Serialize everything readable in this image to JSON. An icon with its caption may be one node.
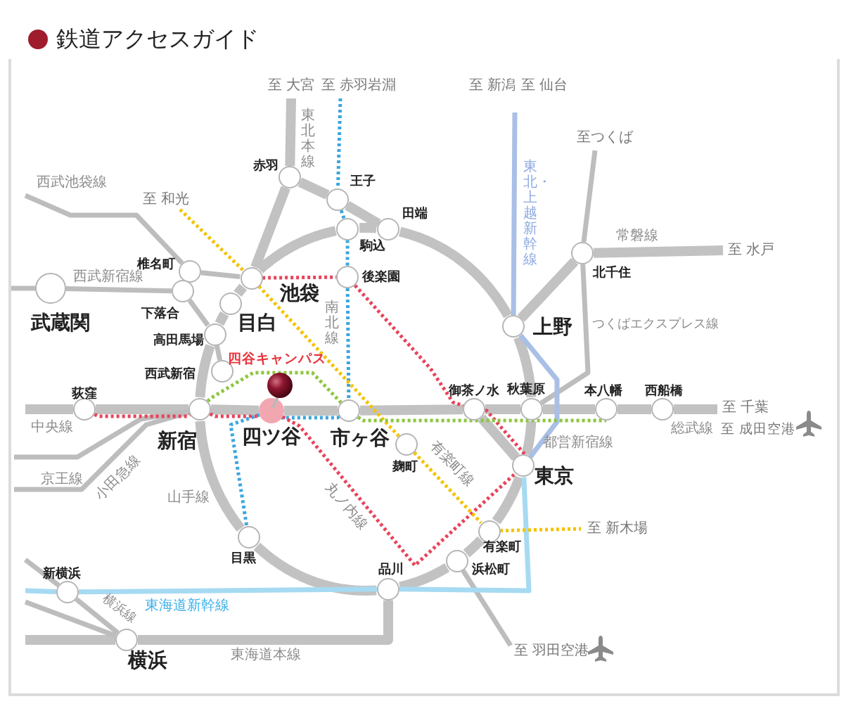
{
  "diagram": {
    "title": "鉄道アクセスガイド",
    "nodes": [
      {
        "text": [
          "赤羽"
        ]
      },
      {
        "text": [
          "王子"
        ]
      },
      {
        "text": [
          "田端"
        ]
      },
      {
        "text": [
          "駒込"
        ]
      },
      {
        "text": [
          "後楽園"
        ]
      },
      {
        "text": [
          "池袋"
        ]
      },
      {
        "text": [
          "椎名町"
        ]
      },
      {
        "text": [
          "武蔵関"
        ]
      },
      {
        "text": [
          "下落合"
        ]
      },
      {
        "text": [
          "目白"
        ]
      },
      {
        "text": [
          "高田馬場"
        ]
      },
      {
        "text": [
          "西武新宿"
        ]
      },
      {
        "text": [
          "荻窪"
        ]
      },
      {
        "text": [
          "新宿"
        ]
      },
      {
        "text": [
          "四ツ谷"
        ]
      },
      {
        "text": [
          "市ヶ谷"
        ]
      },
      {
        "text": [
          "麹町"
        ]
      },
      {
        "text": [
          "御茶ノ水"
        ]
      },
      {
        "text": [
          "秋葉原"
        ]
      },
      {
        "text": [
          "本八幡"
        ]
      },
      {
        "text": [
          "西船橋"
        ]
      },
      {
        "text": [
          "上野"
        ]
      },
      {
        "text": [
          "北千住"
        ]
      },
      {
        "text": [
          "東京"
        ]
      },
      {
        "text": [
          "有楽町"
        ]
      },
      {
        "text": [
          "浜松町"
        ]
      },
      {
        "text": [
          "品川"
        ]
      },
      {
        "text": [
          "目黒"
        ]
      },
      {
        "text": [
          "新横浜"
        ]
      },
      {
        "text": [
          "横浜"
        ]
      },
      {
        "text": [
          "至 大宮"
        ]
      },
      {
        "text": [
          "至 赤羽岩淵"
        ]
      },
      {
        "text": [
          "至 和光"
        ]
      },
      {
        "text": [
          "至つくば"
        ]
      },
      {
        "text": [
          "至 水戸"
        ]
      },
      {
        "text": [
          "至 千葉"
        ]
      },
      {
        "text": [
          "至 新木場"
        ]
      },
      {
        "text": [
          "至 羽田空港"
        ]
      }
    ],
    "edges": [
      {
        "from": 30,
        "to": 0,
        "arrow": "none",
        "style": "thick"
      },
      {
        "from": 0,
        "to": 5,
        "arrow": "none",
        "style": "thick"
      },
      {
        "from": 0,
        "to": 1,
        "arrow": "none",
        "style": "thick"
      },
      {
        "from": 1,
        "to": 2,
        "arrow": "none",
        "style": "thick"
      },
      {
        "from": 5,
        "to": 9,
        "arrow": "none",
        "style": "thick"
      },
      {
        "from": 9,
        "to": 10,
        "arrow": "none",
        "style": "thick"
      },
      {
        "from": 10,
        "to": 13,
        "arrow": "none",
        "style": "thick"
      },
      {
        "from": 13,
        "to": 27,
        "arrow": "none",
        "style": "thick"
      },
      {
        "from": 27,
        "to": 26,
        "arrow": "none",
        "style": "thick"
      },
      {
        "from": 26,
        "to": 25,
        "arrow": "none",
        "style": "thick"
      },
      {
        "from": 25,
        "to": 24,
        "arrow": "none",
        "style": "thick"
      },
      {
        "from": 24,
        "to": 23,
        "arrow": "none",
        "style": "thick"
      },
      {
        "from": 23,
        "to": 18,
        "arrow": "none",
        "style": "thick"
      },
      {
        "from": 18,
        "to": 21,
        "arrow": "none",
        "style": "thick"
      },
      {
        "from": 21,
        "to": 2,
        "arrow": "none",
        "style": "thick"
      },
      {
        "from": 2,
        "to": 3,
        "arrow": "none",
        "style": "thick"
      },
      {
        "from": 3,
        "to": 5,
        "arrow": "none",
        "style": "thick"
      },
      {
        "from": null,
        "to": 12,
        "arrow": "none",
        "style": "thick"
      },
      {
        "from": 12,
        "to": 13,
        "arrow": "none",
        "style": "thick"
      },
      {
        "from": 13,
        "to": 14,
        "arrow": "none",
        "style": "thick"
      },
      {
        "from": 14,
        "to": 15,
        "arrow": "none",
        "style": "thick"
      },
      {
        "from": 15,
        "to": 17,
        "arrow": "none",
        "style": "thick"
      },
      {
        "from": 17,
        "to": 18,
        "arrow": "none",
        "style": "thick"
      },
      {
        "from": 18,
        "to": 19,
        "arrow": "none",
        "style": "thick"
      },
      {
        "from": 19,
        "to": 20,
        "arrow": "none",
        "style": "thick"
      },
      {
        "from": 20,
        "to": 35,
        "arrow": "none",
        "style": "thick"
      },
      {
        "from": 17,
        "to": 23,
        "arrow": "none",
        "style": "thick"
      },
      {
        "from": 21,
        "to": 22,
        "arrow": "none",
        "style": "thick"
      },
      {
        "from": 22,
        "to": 34,
        "arrow": "none",
        "style": "thick"
      },
      {
        "from": 26,
        "to": 29,
        "arrow": "none",
        "style": "thick"
      },
      {
        "from": 29,
        "to": null,
        "arrow": "none",
        "style": "thick"
      },
      {
        "from": null,
        "to": 6,
        "arrow": "none"
      },
      {
        "from": 6,
        "to": 5,
        "arrow": "none"
      },
      {
        "from": null,
        "to": 7,
        "arrow": "none"
      },
      {
        "from": 7,
        "to": 8,
        "arrow": "none"
      },
      {
        "from": 8,
        "to": 10,
        "arrow": "none"
      },
      {
        "from": 10,
        "to": 11,
        "arrow": "none"
      },
      {
        "from": null,
        "to": 13,
        "arrow": "none"
      },
      {
        "from": null,
        "to": 13,
        "arrow": "none"
      },
      {
        "from": 33,
        "to": 22,
        "arrow": "none"
      },
      {
        "from": 22,
        "to": 18,
        "arrow": "none"
      },
      {
        "from": null,
        "to": 28,
        "arrow": "none"
      },
      {
        "from": 28,
        "to": 29,
        "arrow": "none"
      },
      {
        "from": null,
        "to": 29,
        "arrow": "none"
      },
      {
        "from": 25,
        "to": 37,
        "arrow": "none"
      },
      {
        "from": null,
        "to": 21,
        "arrow": "none",
        "color": "#a9bfe6"
      },
      {
        "from": 21,
        "to": 23,
        "arrow": "none",
        "color": "#a9bfe6"
      },
      {
        "from": 23,
        "to": 26,
        "arrow": "none",
        "color": "#a6daf2"
      },
      {
        "from": 26,
        "to": 28,
        "arrow": "none",
        "color": "#a6daf2"
      },
      {
        "from": 28,
        "to": null,
        "arrow": "none",
        "color": "#a6daf2"
      },
      {
        "from": 31,
        "to": 1,
        "arrow": "none",
        "style": "dashed",
        "color": "#3aa6e0"
      },
      {
        "from": 1,
        "to": 3,
        "arrow": "none",
        "style": "dashed",
        "color": "#3aa6e0"
      },
      {
        "from": 3,
        "to": 4,
        "arrow": "none",
        "style": "dashed",
        "color": "#3aa6e0"
      },
      {
        "from": 4,
        "to": 15,
        "arrow": "none",
        "style": "dashed",
        "color": "#3aa6e0"
      },
      {
        "from": 15,
        "to": 14,
        "arrow": "none",
        "style": "dashed",
        "color": "#3aa6e0"
      },
      {
        "from": 14,
        "to": 27,
        "arrow": "none",
        "style": "dashed",
        "color": "#3aa6e0"
      },
      {
        "from": 12,
        "to": 13,
        "arrow": "none",
        "style": "dashed",
        "color": "#e8435a"
      },
      {
        "from": 13,
        "to": 14,
        "arrow": "none",
        "style": "dashed",
        "color": "#e8435a"
      },
      {
        "from": 14,
        "to": 23,
        "arrow": "none",
        "style": "dashed",
        "color": "#e8435a"
      },
      {
        "from": 5,
        "to": 4,
        "arrow": "none",
        "style": "dashed",
        "color": "#e8435a"
      },
      {
        "from": 4,
        "to": 17,
        "arrow": "none",
        "style": "dashed",
        "color": "#e8435a"
      },
      {
        "from": 17,
        "to": 23,
        "arrow": "none",
        "style": "dashed",
        "color": "#e8435a"
      },
      {
        "from": 32,
        "to": 5,
        "arrow": "none",
        "style": "dashed",
        "color": "#f4c300"
      },
      {
        "from": 5,
        "to": 16,
        "arrow": "none",
        "style": "dashed",
        "color": "#f4c300"
      },
      {
        "from": 16,
        "to": 24,
        "arrow": "none",
        "style": "dashed",
        "color": "#f4c300"
      },
      {
        "from": 24,
        "to": 36,
        "arrow": "none",
        "style": "dashed",
        "color": "#f4c300"
      },
      {
        "from": 13,
        "to": 15,
        "arrow": "none",
        "style": "dashed",
        "color": "#8dc63f"
      },
      {
        "from": 15,
        "to": 19,
        "arrow": "none",
        "style": "dashed",
        "color": "#8dc63f"
      }
    ],
    "labels": [
      "至 新潟",
      "至 仙台",
      "東北本線",
      "西武池袋線",
      "西武新宿線",
      "東北・上越新幹線",
      "常磐線",
      "南北線",
      "四谷キャンパス",
      "つくばエクスプレス線",
      "中央線",
      "総武線",
      "至 成田空港",
      "都営新宿線",
      "京王線",
      "小田急線",
      "有楽町線",
      "山手線",
      "丸ノ内線",
      "横浜線",
      "東海道新幹線",
      "東海道本線"
    ]
  }
}
